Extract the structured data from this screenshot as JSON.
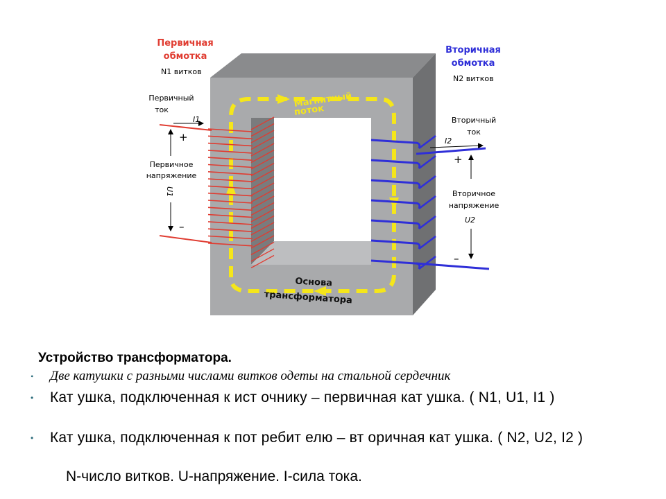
{
  "diagram": {
    "primary_winding": [
      "Первичная",
      "обмотка"
    ],
    "n1_turns": "N1 витков",
    "secondary_winding": [
      "Вторичная",
      "обмотка"
    ],
    "n2_turns": "N2 витков",
    "primary_current": [
      "Первичный",
      "ток"
    ],
    "i1": "I1",
    "primary_voltage": [
      "Первичное",
      "напряжение"
    ],
    "u1": "U1",
    "magnetic_flux": [
      "Магнитный",
      "поток"
    ],
    "secondary_current": [
      "Вторичный",
      "ток"
    ],
    "i2": "I2",
    "secondary_voltage": [
      "Вторичное",
      "напряжение"
    ],
    "u2": "U2",
    "core": [
      "Основа",
      "трансформатора"
    ],
    "plus": "+",
    "minus": "–",
    "colors": {
      "primary": "#e03c31",
      "secondary": "#2f2fd8",
      "flux": "#f5e61a",
      "core_front": "#a9aaac",
      "core_top": "#8a8b8d",
      "core_side": "#6f7072"
    }
  },
  "caption": {
    "title": "Устройство трансформатора.",
    "bullet1": "Две катушки с разными числами витков одеты на стальной сердечник",
    "bullet2": "Кат ушка, подключенная к ист очнику – первичная кат ушка. ( N1, U1, I1 )",
    "bullet3": "Кат ушка, подключенная к пот ребит елю – вт оричная кат ушка. ( N2, U2, I2 )",
    "footer": "N-число витков. U-напряжение.   I-сила тока."
  }
}
